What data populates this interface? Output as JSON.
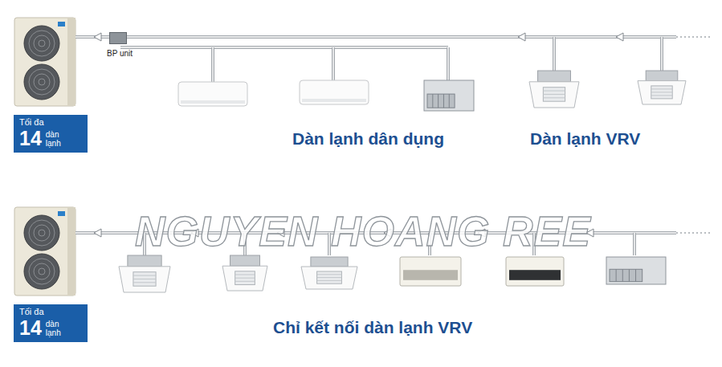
{
  "diagram": {
    "nodes": [
      {
        "text": [
          "BP unit"
        ]
      },
      {
        "text": [
          "Tối đa",
          "14",
          "dàn lạnh"
        ]
      },
      {
        "text": [
          "Tối đa",
          "14",
          "dàn lạnh"
        ]
      }
    ],
    "labels": [
      "Dàn lạnh dân dụng",
      "Dàn lạnh VRV",
      "NGUYEN HOANG REE",
      "Chỉ kết nối dàn lạnh VRV"
    ]
  }
}
